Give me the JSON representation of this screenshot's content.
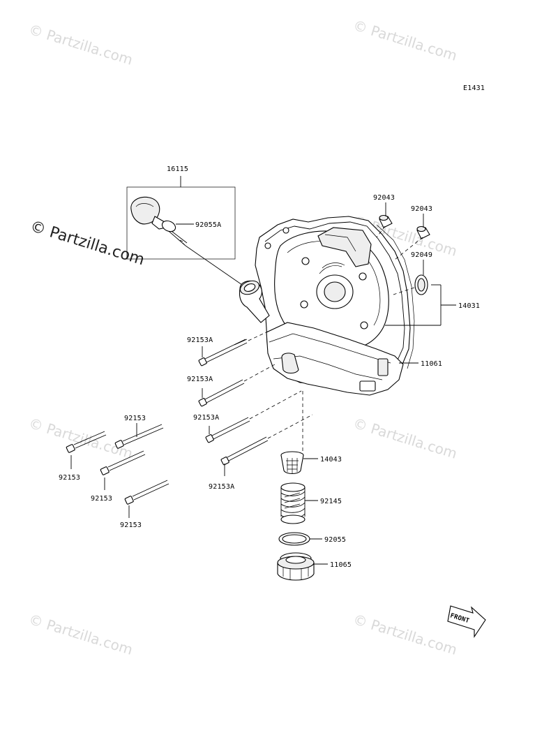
{
  "diagram_code": "E1431",
  "watermark": "© Partzilla.com",
  "front_label": "FRONT",
  "parts": {
    "p16115": "16115",
    "p92055A": "92055A",
    "p92043a": "92043",
    "p92043b": "92043",
    "p92049": "92049",
    "p14031": "14031",
    "p11061": "11061",
    "p92153A_1": "92153A",
    "p92153A_2": "92153A",
    "p92153A_3": "92153A",
    "p92153A_4": "92153A",
    "p92153_top": "92153",
    "p92153_left": "92153",
    "p92153_mid": "92153",
    "p92153_bot": "92153",
    "p14043": "14043",
    "p92145": "92145",
    "p92055": "92055",
    "p11065": "11065"
  }
}
